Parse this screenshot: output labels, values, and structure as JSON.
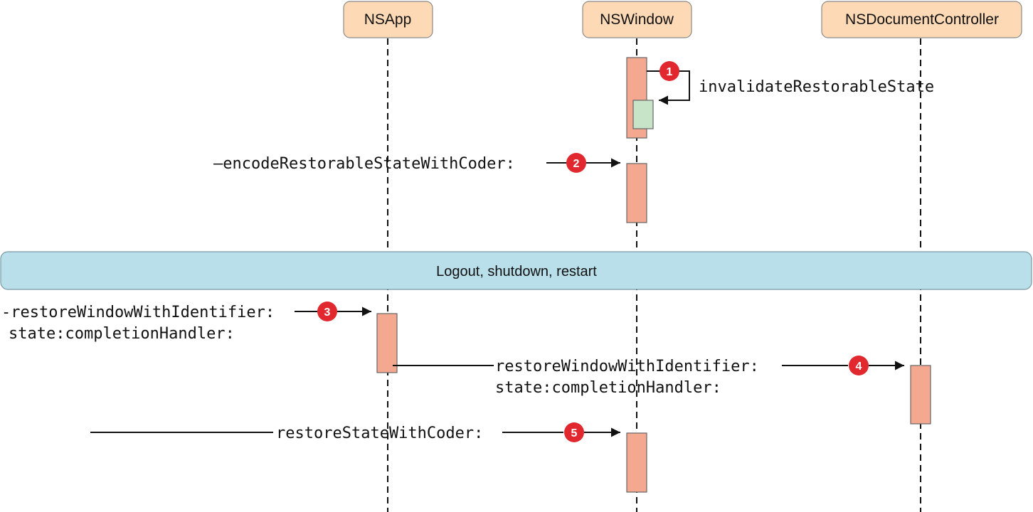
{
  "actors": [
    {
      "id": "nsapp",
      "label": "NSApp"
    },
    {
      "id": "nswindow",
      "label": "NSWindow"
    },
    {
      "id": "nsdoccontroller",
      "label": "NSDocumentController"
    }
  ],
  "band": {
    "label": "Logout, shutdown, restart"
  },
  "messages": {
    "m1": {
      "step": "1",
      "label": "invalidateRestorableState"
    },
    "m2": {
      "step": "2",
      "label": "—encodeRestorableStateWithCoder:"
    },
    "m3": {
      "step": "3",
      "line1": "-restoreWindowWithIdentifier:",
      "line2": "state:completionHandler:"
    },
    "m4": {
      "step": "4",
      "line1": "restoreWindowWithIdentifier:",
      "line2": "state:completionHandler:"
    },
    "m5": {
      "step": "5",
      "label": "restoreStateWithCoder:"
    }
  },
  "colors": {
    "actor_fill": "#fdd9b5",
    "activation_fill": "#f4a88f",
    "nested_activation_fill": "#c7e4c8",
    "band_fill": "#b9dfea",
    "step_marker": "#e0282e"
  }
}
